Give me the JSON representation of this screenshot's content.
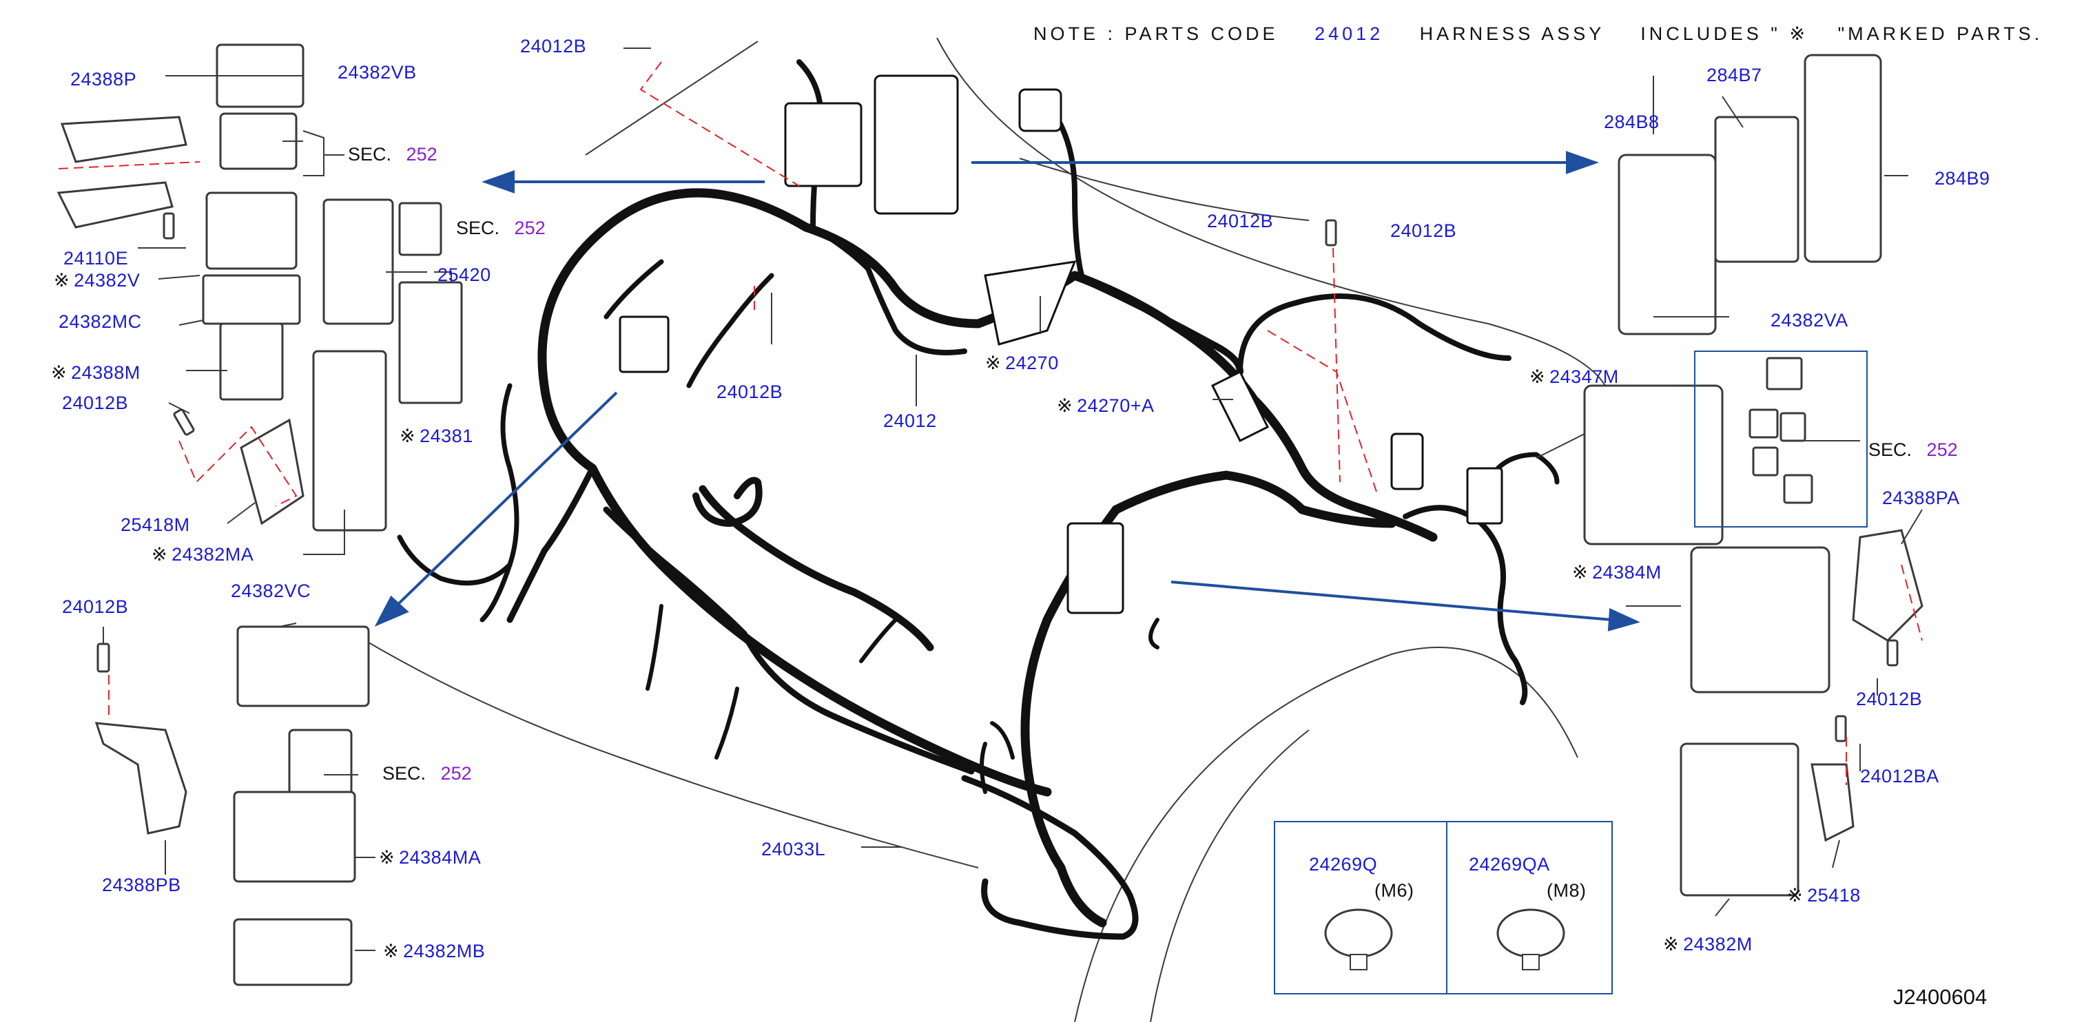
{
  "note": {
    "prefix": "NOTE  :  PARTS   CODE",
    "code": "24012",
    "middle": "HARNESS   ASSY",
    "includes": "INCLUDES   \"",
    "mark": "※",
    "suffix": "\"MARKED   PARTS."
  },
  "mark_symbol": "※",
  "section": {
    "prefix": "SEC.",
    "number": "252"
  },
  "reference_code": "J2400604",
  "parts": {
    "p24388P": "24388P",
    "p24382VB": "24382VB",
    "p24110E": "24110E",
    "p24382V": "24382V",
    "p24382MC": "24382MC",
    "p24388M": "24388M",
    "p24012B_left": "24012B",
    "p25418M": "25418M",
    "p24382MA": "24382MA",
    "p25420": "25420",
    "p24381": "24381",
    "p24012B_top": "24012B",
    "p24012B_center": "24012B",
    "p24012": "24012",
    "p24270": "24270",
    "p24270A": "24270+A",
    "p24012B_mid1": "24012B",
    "p24012B_mid2": "24012B",
    "p24347M": "24347M",
    "p284B8": "284B8",
    "p284B7": "284B7",
    "p284B9": "284B9",
    "p24382VA": "24382VA",
    "p24388PA": "24388PA",
    "p24384M": "24384M",
    "p24012B_right": "24012B",
    "p24012BA": "24012BA",
    "p25418": "25418",
    "p24382M": "24382M",
    "p24012B_lower": "24012B",
    "p24382VC": "24382VC",
    "p24388PB": "24388PB",
    "p24384MA": "24384MA",
    "p24382MB": "24382MB",
    "p24033L": "24033L"
  },
  "clips": {
    "c1_code": "24269Q",
    "c1_size": "(M6)",
    "c2_code": "24269QA",
    "c2_size": "(M8)"
  },
  "colors": {
    "label": "#1a1ad6",
    "section_number": "#8a1fc9",
    "arrow": "#1f4f9e",
    "phantom_line": "#e0242a",
    "harness": "#111111",
    "outline": "#3a3a3a"
  }
}
